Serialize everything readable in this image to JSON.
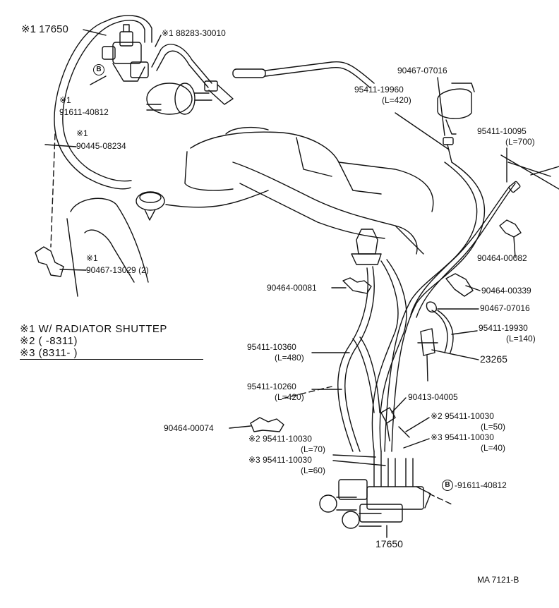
{
  "legend": {
    "notes": [
      {
        "mark": "※1",
        "text": "W/ RADIATOR SHUTTEP"
      },
      {
        "mark": "※2",
        "text": "(        -8311)"
      },
      {
        "mark": "※3",
        "text": "(8311-         )"
      }
    ]
  },
  "circle_marker": "B",
  "labels": {
    "p17650_top": "※1 17650",
    "p88283": "※1 88283-30010",
    "p91611_mark": "※1",
    "p91611": "91611-40812",
    "p90445_mark": "※1",
    "p90445": "90445-08234",
    "p90467_13029_mark": "※1",
    "p90467_13029": "90467-13029 (2)",
    "p90467_07016_top": "90467-07016",
    "p95411_19960": "95411-19960",
    "p95411_19960_len": "(L=420)",
    "p95411_10095": "95411-10095",
    "p95411_10095_len": "(L=700)",
    "p90464_00082": "90464-00082",
    "p90464_00081": "90464-00081",
    "p90464_00339": "90464-00339",
    "p90467_07016_mid": "90467-07016",
    "p95411_19930": "95411-19930",
    "p95411_19930_len": "(L=140)",
    "p23265": "23265",
    "p95411_10360": "95411-10360",
    "p95411_10360_len": "(L=480)",
    "p95411_10260": "95411-10260",
    "p95411_10260_len": "(L=420)",
    "p90413_04005": "90413-04005",
    "p95411_10030_a": "※2 95411-10030",
    "p95411_10030_a_len": "(L=50)",
    "p90464_00074": "90464-00074",
    "p95411_10030_b": "※3 95411-10030",
    "p95411_10030_b_len": "(L=40)",
    "p95411_10030_c": "※2 95411-10030",
    "p95411_10030_c_len": "(L=70)",
    "p95411_10030_d": "※3 95411-10030",
    "p95411_10030_d_len": "(L=60)",
    "p91611_bottom": "-91611-40812",
    "p17650_bottom": "17650",
    "ref": "MA  7121-B"
  }
}
